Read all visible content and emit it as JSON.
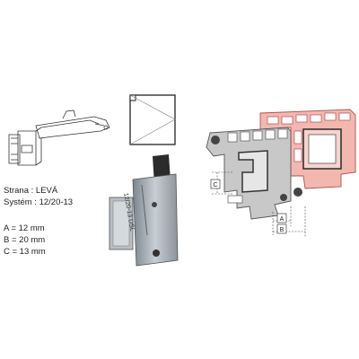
{
  "info": {
    "strana": "Strana : LEVÁ",
    "system": "Systém : 12/20-13",
    "dim_a": "A = 12 mm",
    "dim_b": "B = 20 mm",
    "dim_c": "C = 13 mm"
  },
  "diagram_labels": {
    "a": "A",
    "b": "B",
    "c": "C"
  },
  "photo_engraving": "12/20-13 DSL",
  "colors": {
    "frame_gray": "#c8c8c8",
    "frame_outline": "#555555",
    "sash_pink": "#f2b8b0",
    "sash_outline": "#b05050",
    "metal": "#9aa4ad"
  },
  "icons": [
    "hinge-line-drawing-icon",
    "left-opening-window-icon",
    "hinge-photo-icon",
    "profile-cross-section-icon"
  ]
}
